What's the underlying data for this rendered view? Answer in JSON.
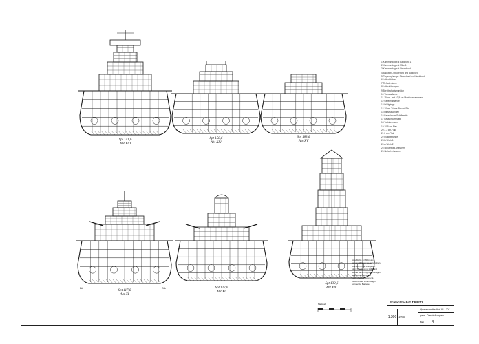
{
  "sections": {
    "s1": {
      "spt": "Spt 141,6",
      "abt": "Abt XIII"
    },
    "s2": {
      "spt": "Spt 158,6",
      "abt": "Abt XIV"
    },
    "s3": {
      "spt": "Spt 183,6",
      "abt": "Abt XV"
    },
    "s4": {
      "spt": "Spt 117,6",
      "abt": "Abt XI"
    },
    "s5": {
      "spt": "Spt 127,6",
      "abt": "Abt XII"
    },
    "s6": {
      "spt": "Spt 132,6",
      "abt": "Abt XIII"
    }
  },
  "side_labels": {
    "left": "Bb",
    "right": "Stb"
  },
  "legend": [
    "1  Kommandogerät Backbord 1",
    "2  Kommandogerät Mitte 1",
    "3  Kommandogerät Steuerbord 1",
    "4  Backbord-Steuerbord und Backbord",
    "5  Flugzeughangar Steuerbord und Backbord",
    "6  Luftschächte",
    "7  Tiefladeräume",
    "8  Luftzuführungen",
    "9  Bereitschaftsmunition",
    "10  Vorratsräume",
    "11  15 cm- und 10,5 cm-Munitionskammern",
    "12  Gefechtsstände",
    "13  Wallgänge",
    "14  10 cm-Türme Bb und Stb",
    "15  Hilfsmaschinen",
    "16  Kesselraum Schiffsmitte",
    "17  Kesselraum Mitte",
    "18  Turbinenraum",
    "19  10,5 cm-Flak",
    "20  3,7 cm-Flak",
    "21  2 cm-Flak",
    "22  Flakleitstände",
    "23  B-Werk 1",
    "24  A-Werk 2",
    "25  Steuerbord-Mittschiff",
    "26  Sicherheitsraum"
  ],
  "note": [
    "Alle Maße in Millimetern,",
    "ausgenommen wo angegeben.",
    "Die Zeichnung entspricht",
    "dem Bauzustand 1941 und",
    "wurde nach Originalunterlagen",
    "erstellt. Einzelheiten",
    "nicht maßstabsgerecht.",
    "Gestrichelte Linien zeigen",
    "verdeckte Bauteile."
  ],
  "scale_label": "Maßstab",
  "title_block": {
    "scale": "1:300",
    "ship": "Schlachtschiff TIRPITZ",
    "subject": "Querschnitte Abt XI - XV",
    "view": "gem. Darstellungen",
    "year": "1995",
    "sheet_label": "Blatt",
    "sheet_no": "9"
  }
}
